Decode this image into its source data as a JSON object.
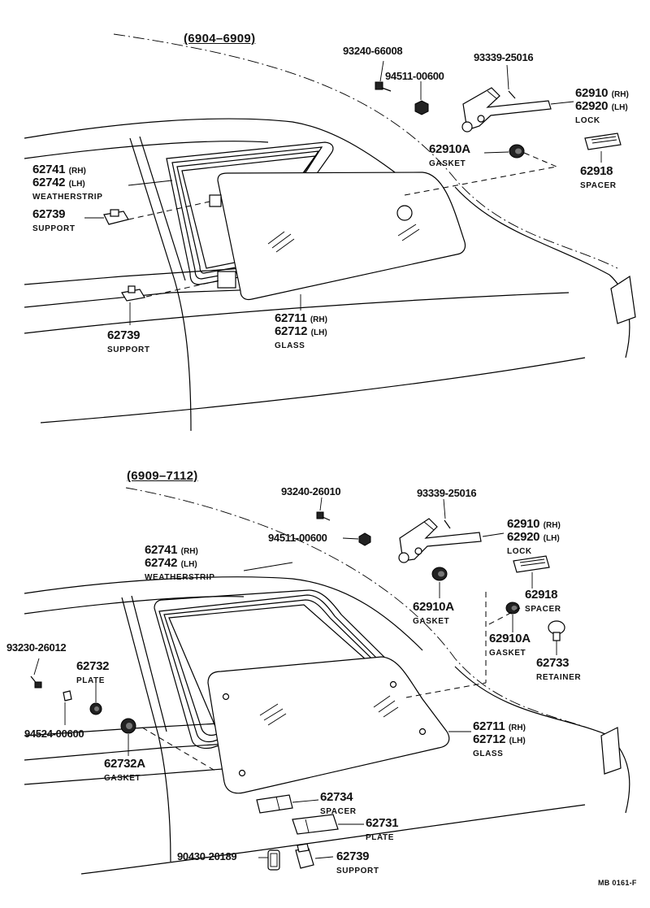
{
  "sections": [
    {
      "range": "(6904–6909)",
      "labels": {
        "bolt_93240": "93240-66008",
        "nut_94511": "94511-00600",
        "screw_93339": "93339-25016",
        "lock_rh": "62910",
        "lock_lh": "62920",
        "lock_desc": "LOCK",
        "gasket_pn": "62910A",
        "gasket_desc": "GASKET",
        "spacer_pn": "62918",
        "spacer_desc": "SPACER",
        "weather_rh": "62741",
        "weather_lh": "62742",
        "weather_desc": "WEATHERSTRIP",
        "support_a_pn": "62739",
        "support_a_desc": "SUPPORT",
        "support_b_pn": "62739",
        "support_b_desc": "SUPPORT",
        "glass_rh": "62711",
        "glass_lh": "62712",
        "glass_desc": "GLASS"
      }
    },
    {
      "range": "(6909–7112)",
      "labels": {
        "bolt_93240": "93240-26010",
        "nut_94511": "94511-00600",
        "screw_93339": "93339-25016",
        "lock_rh": "62910",
        "lock_lh": "62920",
        "lock_desc": "LOCK",
        "weather_rh": "62741",
        "weather_lh": "62742",
        "weather_desc": "WEATHERSTRIP",
        "gasket_a_pn": "62910A",
        "gasket_a_desc": "GASKET",
        "spacer_pn": "62918",
        "spacer_desc": "SPACER",
        "gasket_b_pn": "62910A",
        "gasket_b_desc": "GASKET",
        "retainer_pn": "62733",
        "retainer_desc": "RETAINER",
        "bolt_93230": "93230-26012",
        "plate_a_pn": "62732",
        "plate_a_desc": "PLATE",
        "nut_94524": "94524-00600",
        "gasket_c_pn": "62732A",
        "gasket_c_desc": "GASKET",
        "glass_rh": "62711",
        "glass_lh": "62712",
        "glass_desc": "GLASS",
        "spacer_b_pn": "62734",
        "spacer_b_desc": "SPACER",
        "plate_b_pn": "62731",
        "plate_b_desc": "PLATE",
        "clip_90430": "90430-20189",
        "support_pn": "62739",
        "support_desc": "SUPPORT"
      }
    }
  ],
  "side_tags": {
    "rh": "(RH)",
    "lh": "(LH)"
  },
  "footer_ref": "MB 0161-F"
}
